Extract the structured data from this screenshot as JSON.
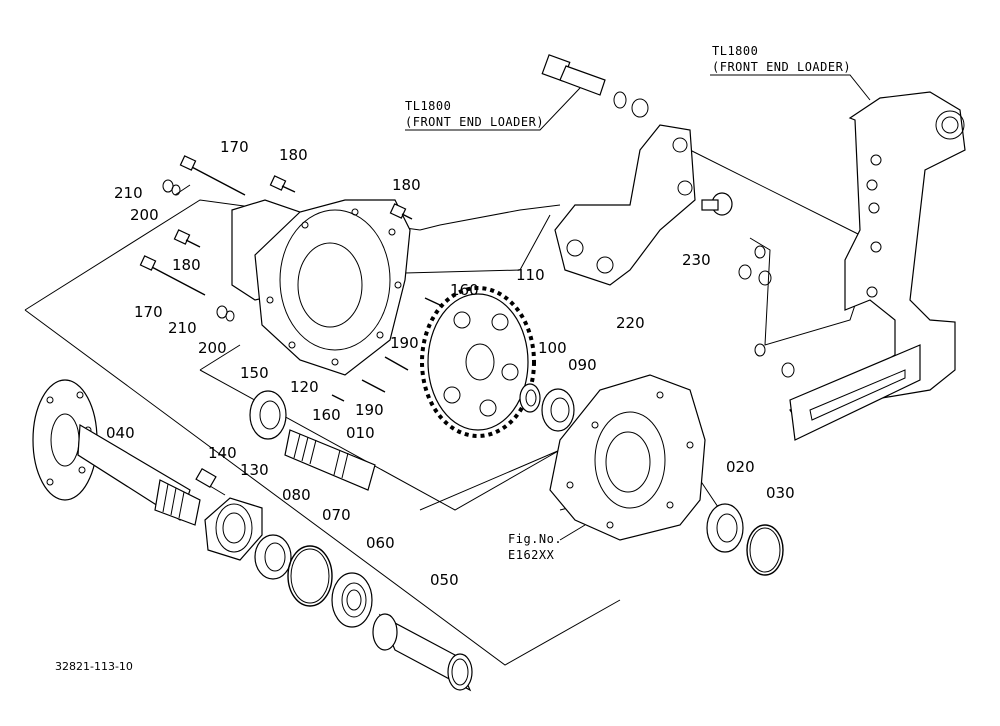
{
  "diagram": {
    "drawing_number": "32821-113-10",
    "figure_ref": {
      "line1": "Fig.No.",
      "line2": "E162XX"
    },
    "callouts_left": {
      "line1": "TL1800",
      "line2": "(FRONT END LOADER)"
    },
    "callouts_right": {
      "line1": "TL1800",
      "line2": "(FRONT END LOADER)"
    },
    "parts": {
      "p010": "010",
      "p020": "020",
      "p030": "030",
      "p040": "040",
      "p050": "050",
      "p060": "060",
      "p070": "070",
      "p080": "080",
      "p090": "090",
      "p100": "100",
      "p110": "110",
      "p120": "120",
      "p130": "130",
      "p140": "140",
      "p150": "150",
      "p160a": "160",
      "p160b": "160",
      "p170a": "170",
      "p170b": "170",
      "p180a": "180",
      "p180b": "180",
      "p180c": "180",
      "p190a": "190",
      "p190b": "190",
      "p200a": "200",
      "p200b": "200",
      "p210a": "210",
      "p210b": "210",
      "p220": "220",
      "p230": "230"
    }
  }
}
